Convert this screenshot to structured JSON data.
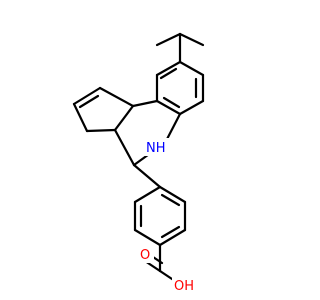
{
  "molecule": {
    "atoms": {
      "nh": {
        "text": "NH",
        "h": "H"
      },
      "carboxyl_oxygen_double": {
        "text": "O"
      },
      "carboxyl_hydroxyl": {
        "text": "OH"
      }
    },
    "colors": {
      "bond": "#000000",
      "nitrogen": "#0000ff",
      "oxygen": "#ff0000",
      "background": "#ffffff"
    }
  }
}
